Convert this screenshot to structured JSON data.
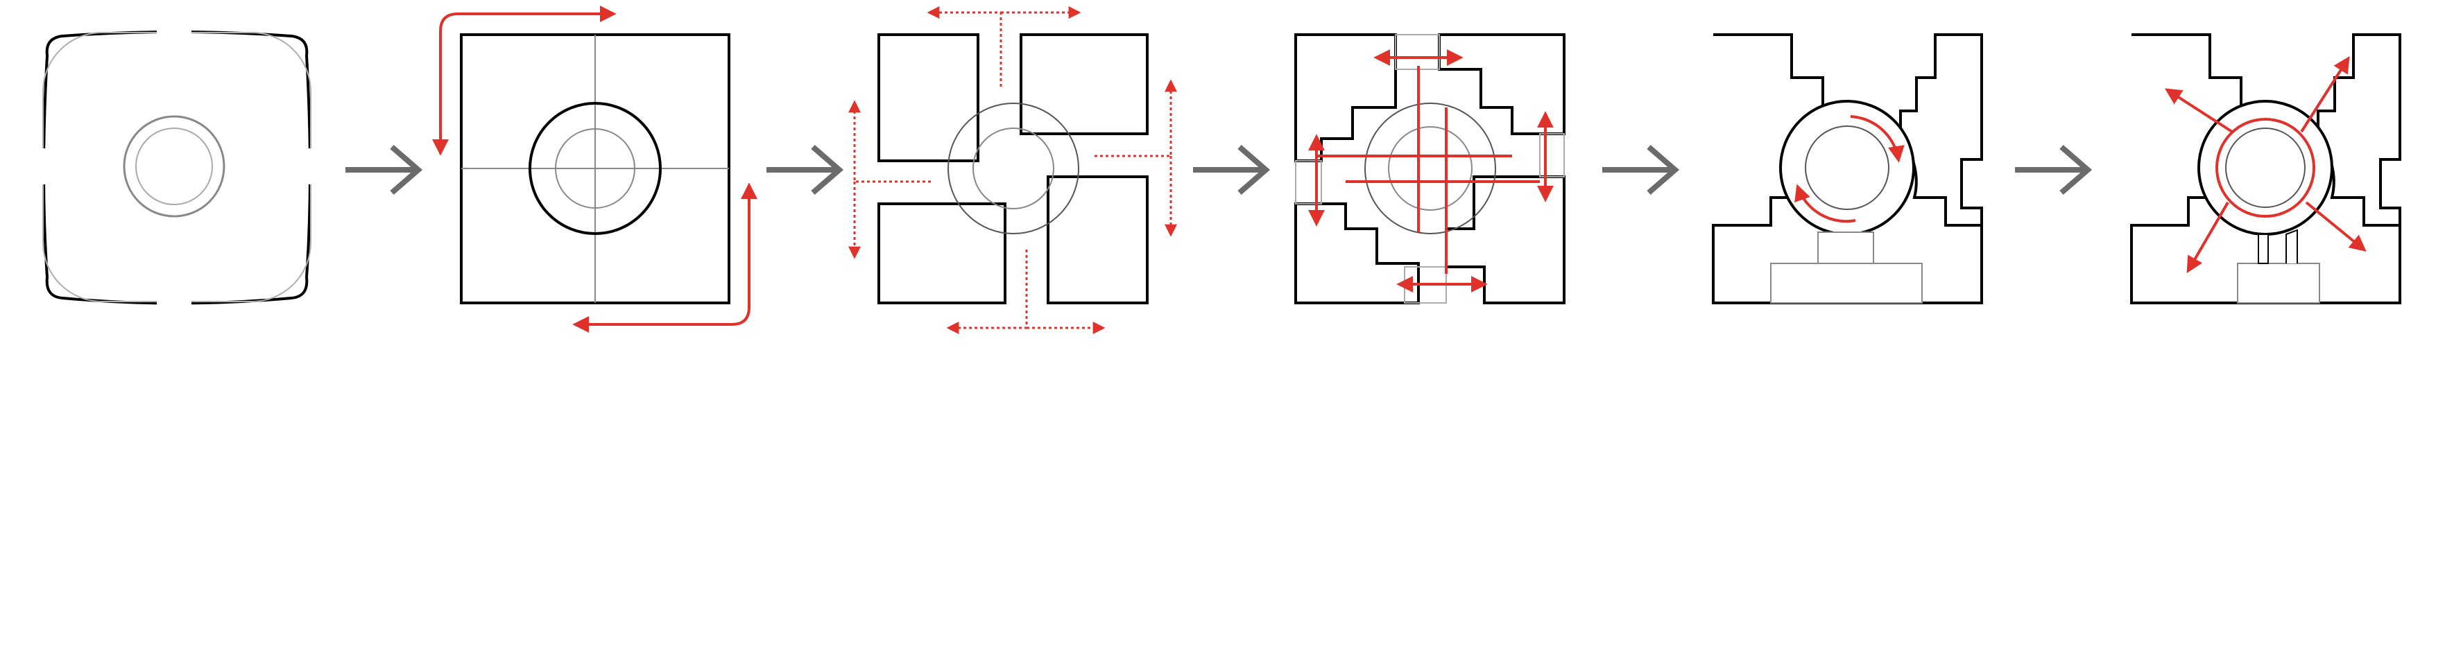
{
  "diagram": {
    "type": "process-sequence",
    "steps": [
      {
        "id": "step-1",
        "subject": "rounded-block-with-circle"
      },
      {
        "id": "step-2",
        "subject": "square-block-divided",
        "arrows": "relocate-corners"
      },
      {
        "id": "step-3",
        "subject": "quadrants-separated",
        "arrows": "push-apart-dotted"
      },
      {
        "id": "step-4",
        "subject": "stepped-quadrants-with-bracing",
        "arrows": "spread-bidirectional"
      },
      {
        "id": "step-5",
        "subject": "stepped-block-with-rotating-core",
        "arrows": "rotate"
      },
      {
        "id": "step-6",
        "subject": "stepped-block-radial-expansion",
        "arrows": "radial"
      }
    ],
    "connector_count": 5
  },
  "colors": {
    "outline": "#000000",
    "thin_line": "#888888",
    "accent": "#e0312b",
    "connector": "#6b6b6b",
    "background": "#ffffff"
  },
  "icons": {
    "connector": "arrow-right-icon",
    "annotation": "red-arrow-icon"
  }
}
